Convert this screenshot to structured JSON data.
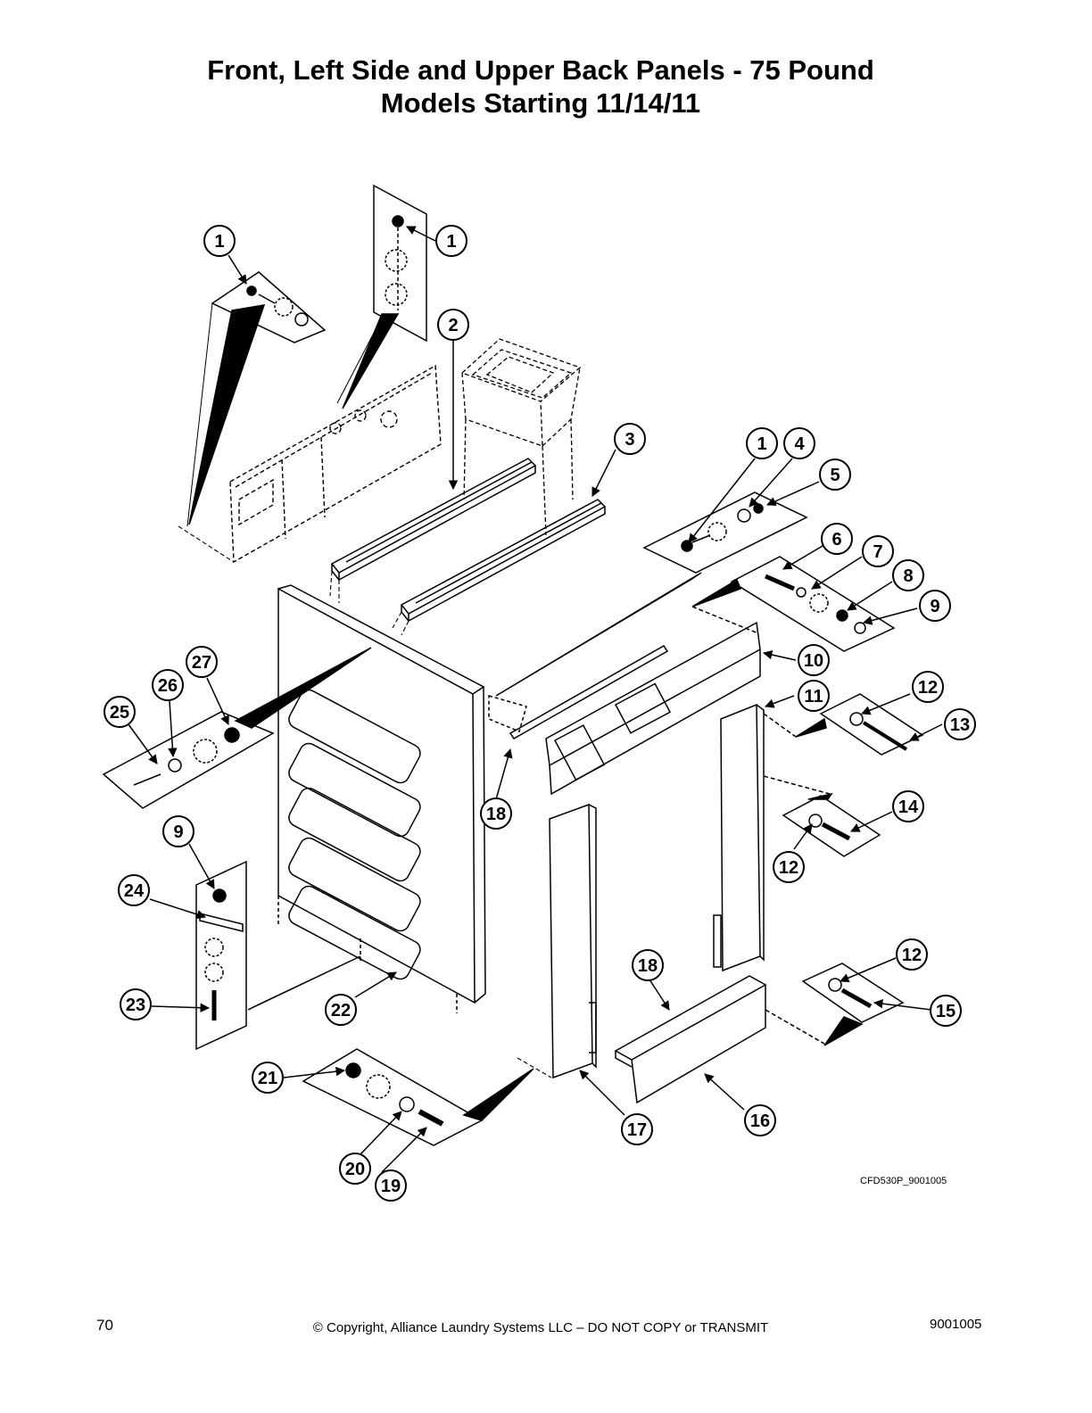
{
  "header": {
    "title_line1": "Front, Left Side and Upper Back Panels - 75 Pound",
    "title_line2": "Models Starting 11/14/11"
  },
  "drawing_code": "CFD530P_9001005",
  "footer": {
    "page_number": "70",
    "copyright": "© Copyright, Alliance Laundry Systems LLC – DO NOT COPY or TRANSMIT",
    "document_number": "9001005"
  },
  "callouts": [
    {
      "label": "1"
    },
    {
      "label": "1"
    },
    {
      "label": "2"
    },
    {
      "label": "3"
    },
    {
      "label": "1"
    },
    {
      "label": "4"
    },
    {
      "label": "5"
    },
    {
      "label": "6"
    },
    {
      "label": "7"
    },
    {
      "label": "8"
    },
    {
      "label": "9"
    },
    {
      "label": "10"
    },
    {
      "label": "11"
    },
    {
      "label": "12"
    },
    {
      "label": "13"
    },
    {
      "label": "14"
    },
    {
      "label": "12"
    },
    {
      "label": "12"
    },
    {
      "label": "15"
    },
    {
      "label": "16"
    },
    {
      "label": "17"
    },
    {
      "label": "18"
    },
    {
      "label": "18"
    },
    {
      "label": "19"
    },
    {
      "label": "20"
    },
    {
      "label": "21"
    },
    {
      "label": "22"
    },
    {
      "label": "23"
    },
    {
      "label": "24"
    },
    {
      "label": "9"
    },
    {
      "label": "25"
    },
    {
      "label": "26"
    },
    {
      "label": "27"
    }
  ]
}
